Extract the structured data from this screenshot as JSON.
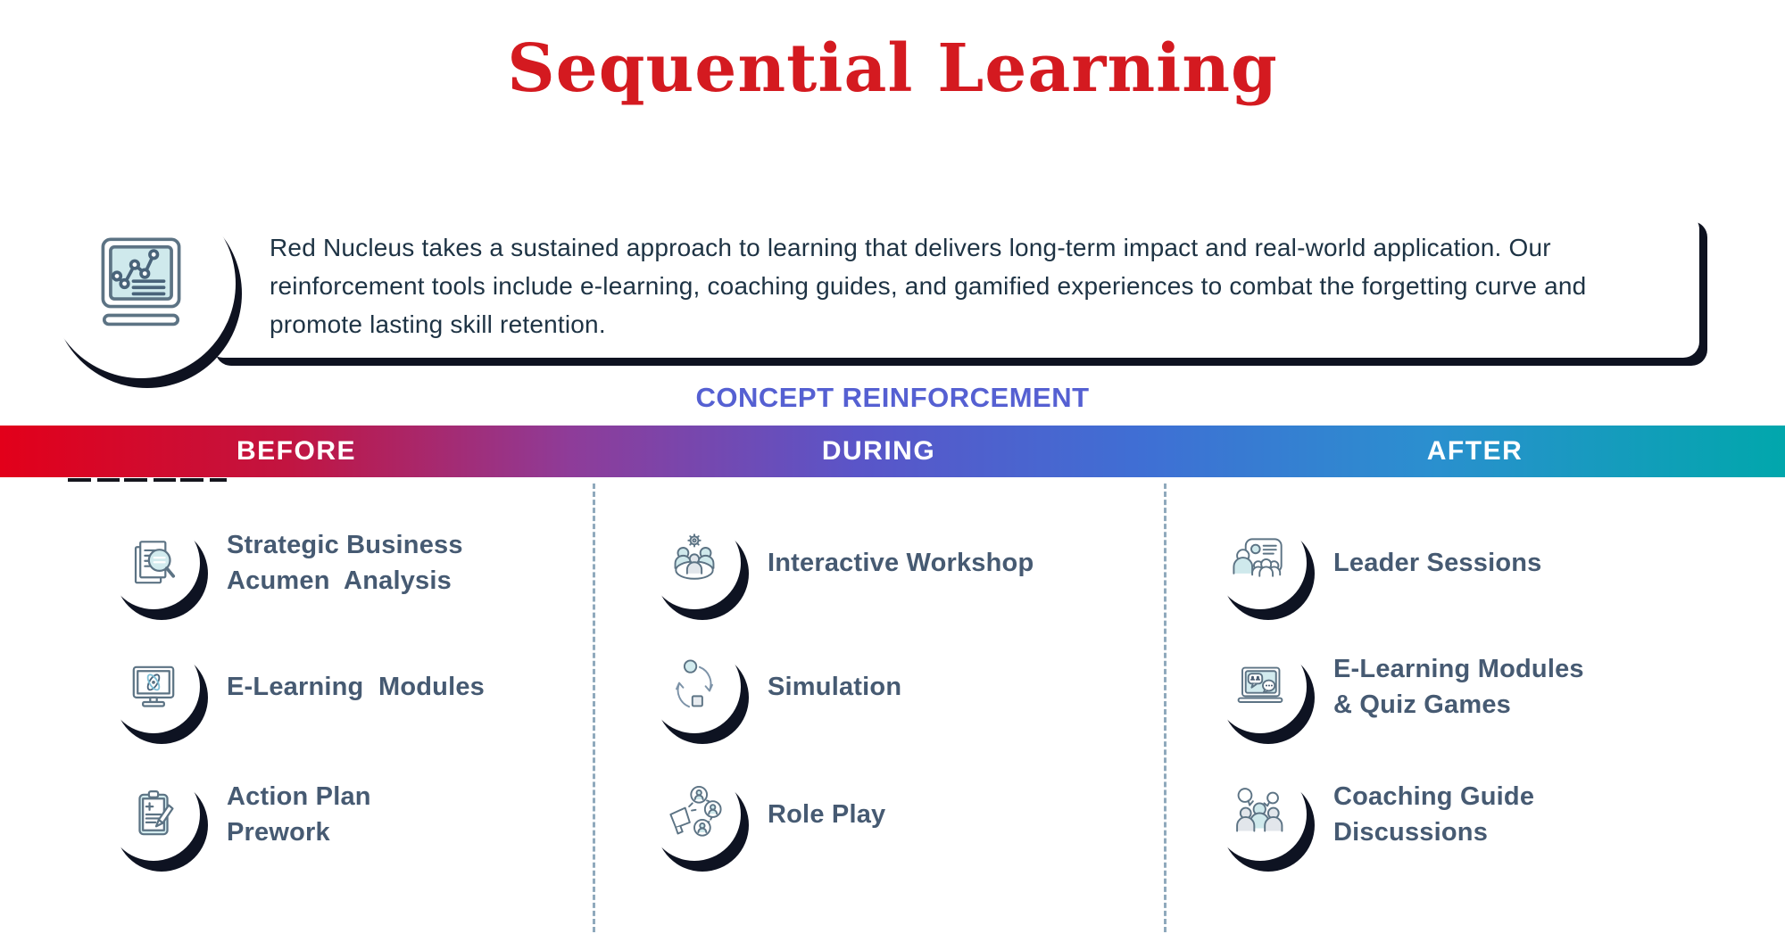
{
  "title": "Sequential Learning",
  "intro": {
    "icon": "laptop-chart-icon",
    "text": "Red Nucleus takes a sustained approach to learning that delivers long-term impact and real-world application. Our reinforcement tools include e-learning, coaching guides, and gamified experiences to combat the forgetting curve and promote lasting skill retention."
  },
  "section_heading": "CONCEPT REINFORCEMENT",
  "phases": [
    {
      "label": "BEFORE",
      "items": [
        {
          "icon": "document-magnifier-icon",
          "label_lines": [
            "Strategic Business",
            "Acumen  Analysis"
          ]
        },
        {
          "icon": "monitor-atom-icon",
          "label_lines": [
            "E-Learning  Modules"
          ]
        },
        {
          "icon": "clipboard-pencil-icon",
          "label_lines": [
            "Action Plan",
            "Prework"
          ]
        }
      ]
    },
    {
      "label": "DURING",
      "items": [
        {
          "icon": "group-gear-icon",
          "label_lines": [
            "Interactive Workshop"
          ]
        },
        {
          "icon": "cycle-arrows-icon",
          "label_lines": [
            "Simulation"
          ]
        },
        {
          "icon": "megaphone-people-icon",
          "label_lines": [
            "Role Play"
          ]
        }
      ]
    },
    {
      "label": "AFTER",
      "items": [
        {
          "icon": "presenter-screen-icon",
          "label_lines": [
            "Leader Sessions"
          ]
        },
        {
          "icon": "laptop-chat-icon",
          "label_lines": [
            "E-Learning Modules",
            "& Quiz Games"
          ]
        },
        {
          "icon": "people-speech-icon",
          "label_lines": [
            "Coaching Guide",
            "Discussions"
          ]
        }
      ]
    }
  ],
  "colors": {
    "title_red": "#D41A20",
    "heading_blue": "#5560D2",
    "bar_gradient": [
      "#E2001A",
      "#C21440",
      "#8E3C99",
      "#5A55C8",
      "#3F6FD4",
      "#2B8FCF",
      "#01A7AC"
    ],
    "bar_text": "#FFFFFF",
    "body_text": "#1E3344",
    "item_label": "#465A72",
    "icon_stroke": "#5C7384",
    "icon_teal_fill": "#D2EBEE",
    "icon_gray_fill": "#E2E6EB",
    "divider_dash": "#8FA9BC",
    "shadow": "#0E1220"
  }
}
